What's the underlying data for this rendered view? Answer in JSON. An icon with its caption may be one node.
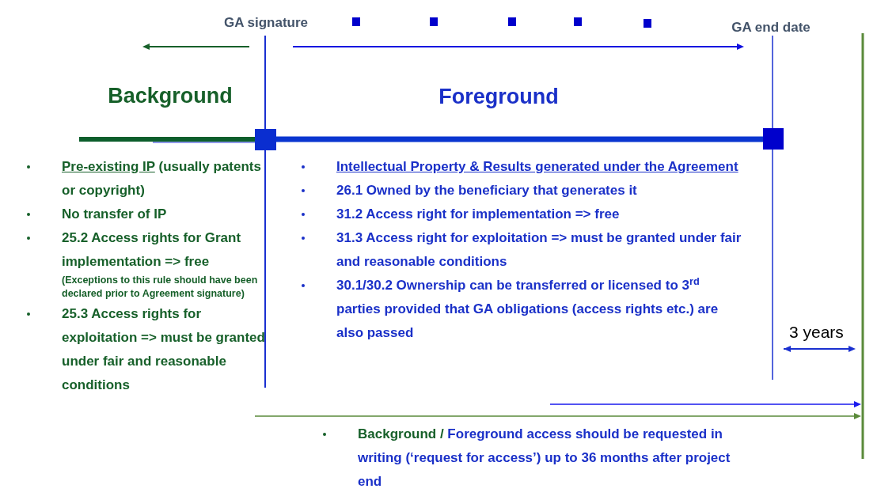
{
  "diagram": {
    "labels": [
      "GA signature",
      "GA end date",
      "Background",
      "Foreground",
      "Pre-existing IP",
      "(usually patents or copyright)",
      "No transfer of IP",
      "25.2 Access rights for Grant implementation => free",
      "(Exceptions to this rule should have been declared prior to Agreement signature)",
      "25.3 Access rights for exploitation => must be granted under fair and reasonable conditions",
      "Intellectual Property & Results generated under the Agreement",
      "26.1 Owned by the beneficiary that generates it",
      "31.2 Access right for implementation => free",
      "31.3 Access right for exploitation => must be granted under fair and reasonable conditions",
      "30.1/30.2 Ownership can be transferred or licensed to 3$^{rd}$ parties provided that GA obligations (access rights etc.) are also passed",
      "3 years",
      "Background /",
      "Foreground access should be requested in writing (‘request for access’) up to 36 months after project end"
    ]
  }
}
